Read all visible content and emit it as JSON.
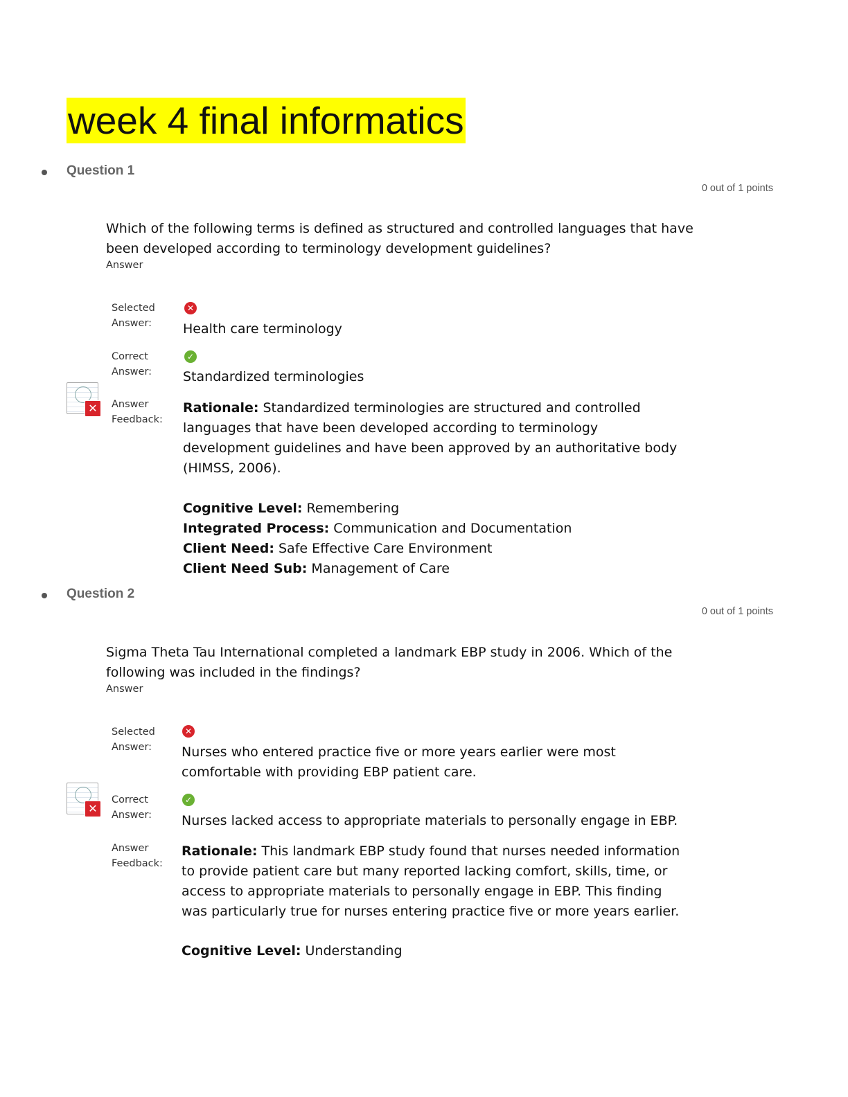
{
  "doc": {
    "title": "week 4 final informatics"
  },
  "questions": [
    {
      "label": "Question 1",
      "points": "0 out of 1 points",
      "text": "Which of the following terms is defined as structured and controlled languages that have been developed according to terminology development guidelines?",
      "answer_label": "Answer",
      "selected_label_1": "Selected",
      "selected_label_2": "Answer:",
      "selected": "Health care terminology",
      "correct_label_1": "Correct",
      "correct_label_2": "Answer:",
      "correct": "Standardized terminologies",
      "feedback_label_1": "Answer",
      "feedback_label_2": "Feedback:",
      "rationale_label": "Rationale:",
      "rationale": " Standardized terminologies are structured and controlled languages that have been developed according to terminology development guidelines and have been approved by an authoritative body (HIMSS, 2006).",
      "meta": [
        {
          "label": "Cognitive Level:",
          "value": " Remembering"
        },
        {
          "label": "Integrated Process:",
          "value": " Communication and Documentation"
        },
        {
          "label": "Client Need:",
          "value": " Safe Effective Care Environment"
        },
        {
          "label": "Client Need Sub:",
          "value": " Management of Care"
        }
      ]
    },
    {
      "label": "Question 2",
      "points": "0 out of 1 points",
      "text": "Sigma Theta Tau International completed a landmark EBP study in 2006. Which of the following was included in the findings?",
      "answer_label": "Answer",
      "selected_label_1": "Selected",
      "selected_label_2": "Answer:",
      "selected": "Nurses who entered practice five or more years earlier were most comfortable with providing EBP patient care.",
      "correct_label_1": "Correct",
      "correct_label_2": "Answer:",
      "correct": "Nurses lacked access to appropriate materials to personally engage in EBP.",
      "feedback_label_1": "Answer",
      "feedback_label_2": "Feedback:",
      "rationale_label": "Rationale:",
      "rationale": " This landmark EBP study found that nurses needed information to provide patient care but many reported lacking comfort, skills, time, or access to appropriate materials to personally engage in EBP. This finding was particularly true for nurses entering practice five or more years earlier.",
      "meta": [
        {
          "label": "Cognitive Level:",
          "value": " Understanding"
        }
      ]
    }
  ]
}
